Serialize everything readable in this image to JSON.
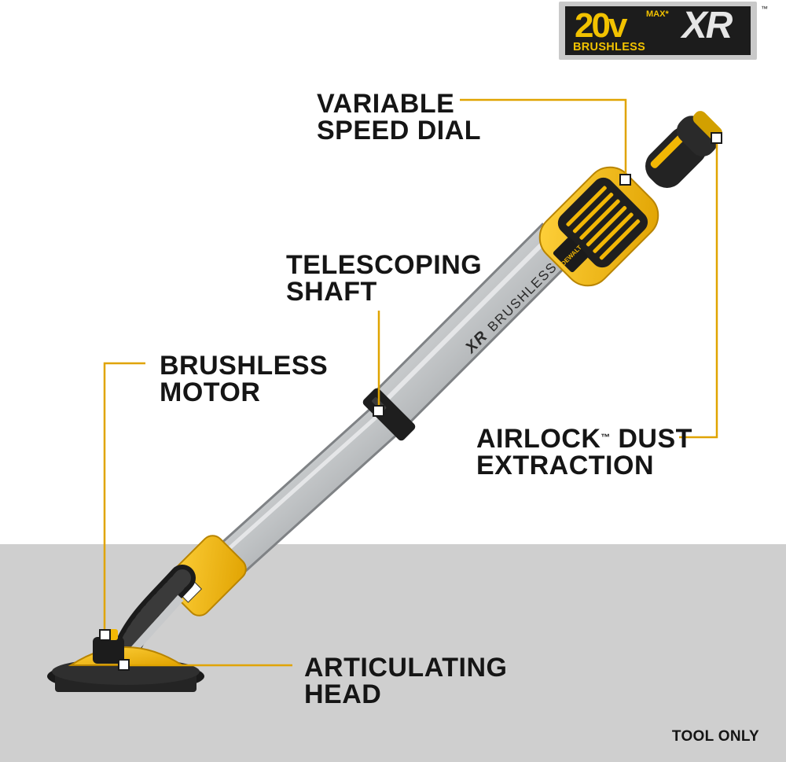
{
  "badge": {
    "voltage": "20v",
    "max": "MAX*",
    "type": "BRUSHLESS",
    "series": "XR",
    "trademark": "™"
  },
  "callouts": {
    "variable_speed_dial": {
      "line1": "VARIABLE",
      "line2": "SPEED DIAL"
    },
    "telescoping_shaft": {
      "line1": "TELESCOPING",
      "line2": "SHAFT"
    },
    "brushless_motor": {
      "line1": "BRUSHLESS",
      "line2": "MOTOR"
    },
    "airlock_dust_extraction": {
      "line1a": "AIRLOCK",
      "tm": "™",
      "line1b": " DUST",
      "line2": "EXTRACTION"
    },
    "articulating_head": {
      "line1": "ARTICULATING",
      "line2": "HEAD"
    }
  },
  "product_markings": {
    "brand": "DEWALT",
    "shaft_text": "BRUSHLESS",
    "shaft_logo": "XR"
  },
  "footer": {
    "note": "TOOL ONLY"
  },
  "colors": {
    "accent_yellow": "#f2b705",
    "callout_line": "#e0a400",
    "text_dark": "#151515",
    "floor_gray": "#cfcfcf",
    "shaft_silver": "#c7c9cb"
  }
}
